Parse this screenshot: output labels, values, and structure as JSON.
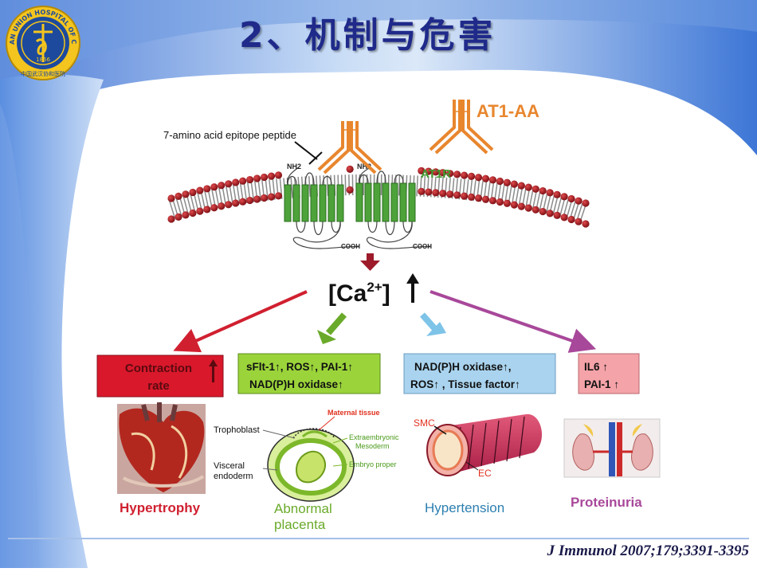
{
  "slide": {
    "title": "2、机制与危害",
    "citation": "J Immunol 2007;179;3391-3395"
  },
  "logo": {
    "ring_text": "WUHAN UNION HOSPITAL OF CHINA",
    "bottom_text": "中国武汉协和医院",
    "year": "1866"
  },
  "diagram": {
    "epitope_label": "7-amino acid epitope peptide",
    "antibody_label": "AT1-AA",
    "receptor_label": "AT1R",
    "nh2_label": "NH2",
    "cooh_label": "COOH",
    "calcium_label": "[Ca",
    "calcium_sup": "2+",
    "calcium_close": "]",
    "boxes": {
      "contraction_line1": "Contraction",
      "contraction_line2": "rate",
      "green_line1": "sFlt-1↑, ROS↑, PAI-1↑",
      "green_line2": "NAD(P)H oxidase↑",
      "blue_line1": "NAD(P)H oxidase↑,",
      "blue_line2": "ROS↑ , Tissue  factor↑",
      "pink_line1": "IL6 ↑",
      "pink_line2": "PAI-1  ↑"
    },
    "placenta_labels": {
      "maternal": "Maternal tissue",
      "trophoblast": "Trophoblast",
      "extraembryonic1": "Extraembryonic",
      "extraembryonic2": "Mesoderm",
      "visceral1": "Visceral",
      "visceral2": "endoderm",
      "embryo": "Embryo proper"
    },
    "vessel_labels": {
      "smc": "SMC",
      "ec": "EC"
    },
    "outcomes": {
      "hypertrophy": "Hypertrophy",
      "placenta_line1": "Abnormal",
      "placenta_line2": "placenta",
      "hypertension": "Hypertension",
      "proteinuria": "Proteinuria"
    }
  },
  "colors": {
    "title": "#1f2a8a",
    "antibody": "#e8862e",
    "receptor": "#3f9a2f",
    "contraction_box": "#d9182b",
    "green_box": "#9bd43a",
    "blue_box": "#a9d3ee",
    "pink_box": "#f4a3a8",
    "arrow_red": "#d02030",
    "arrow_green": "#6aaa2a",
    "arrow_blue": "#7ec3e8",
    "arrow_purple": "#a8489a"
  }
}
